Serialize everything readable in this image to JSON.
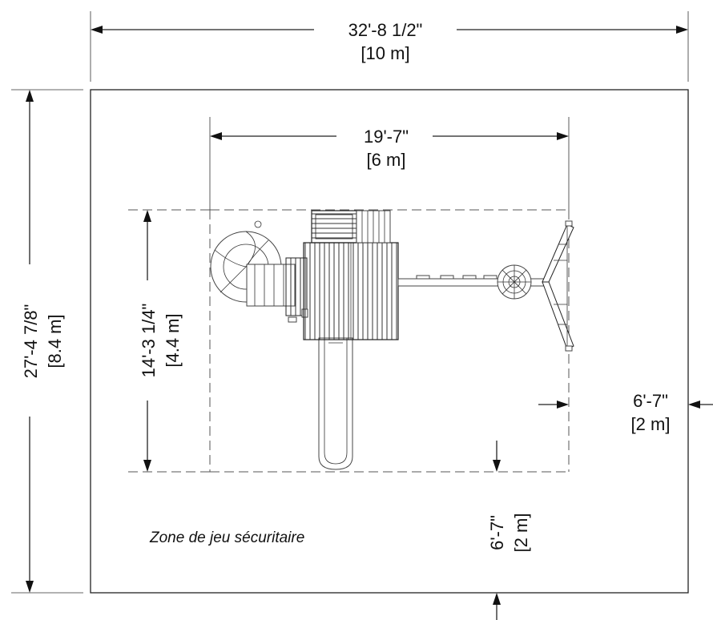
{
  "dimensions": {
    "overall_width_imperial": "32'-8 1/2\"",
    "overall_width_metric": "[10 m]",
    "overall_depth_imperial": "27'-4 7/8\"",
    "overall_depth_metric": "[8.4 m]",
    "equipment_width_imperial": "19'-7\"",
    "equipment_width_metric": "[6 m]",
    "equipment_depth_imperial": "14'-3 1/4\"",
    "equipment_depth_metric": "[4.4 m]",
    "side_clearance_imperial": "6'-7\"",
    "side_clearance_metric": "[2 m]",
    "bottom_clearance_imperial": "6'-7\"",
    "bottom_clearance_metric": "[2 m]"
  },
  "zone_label": "Zone de jeu sécuritaire"
}
